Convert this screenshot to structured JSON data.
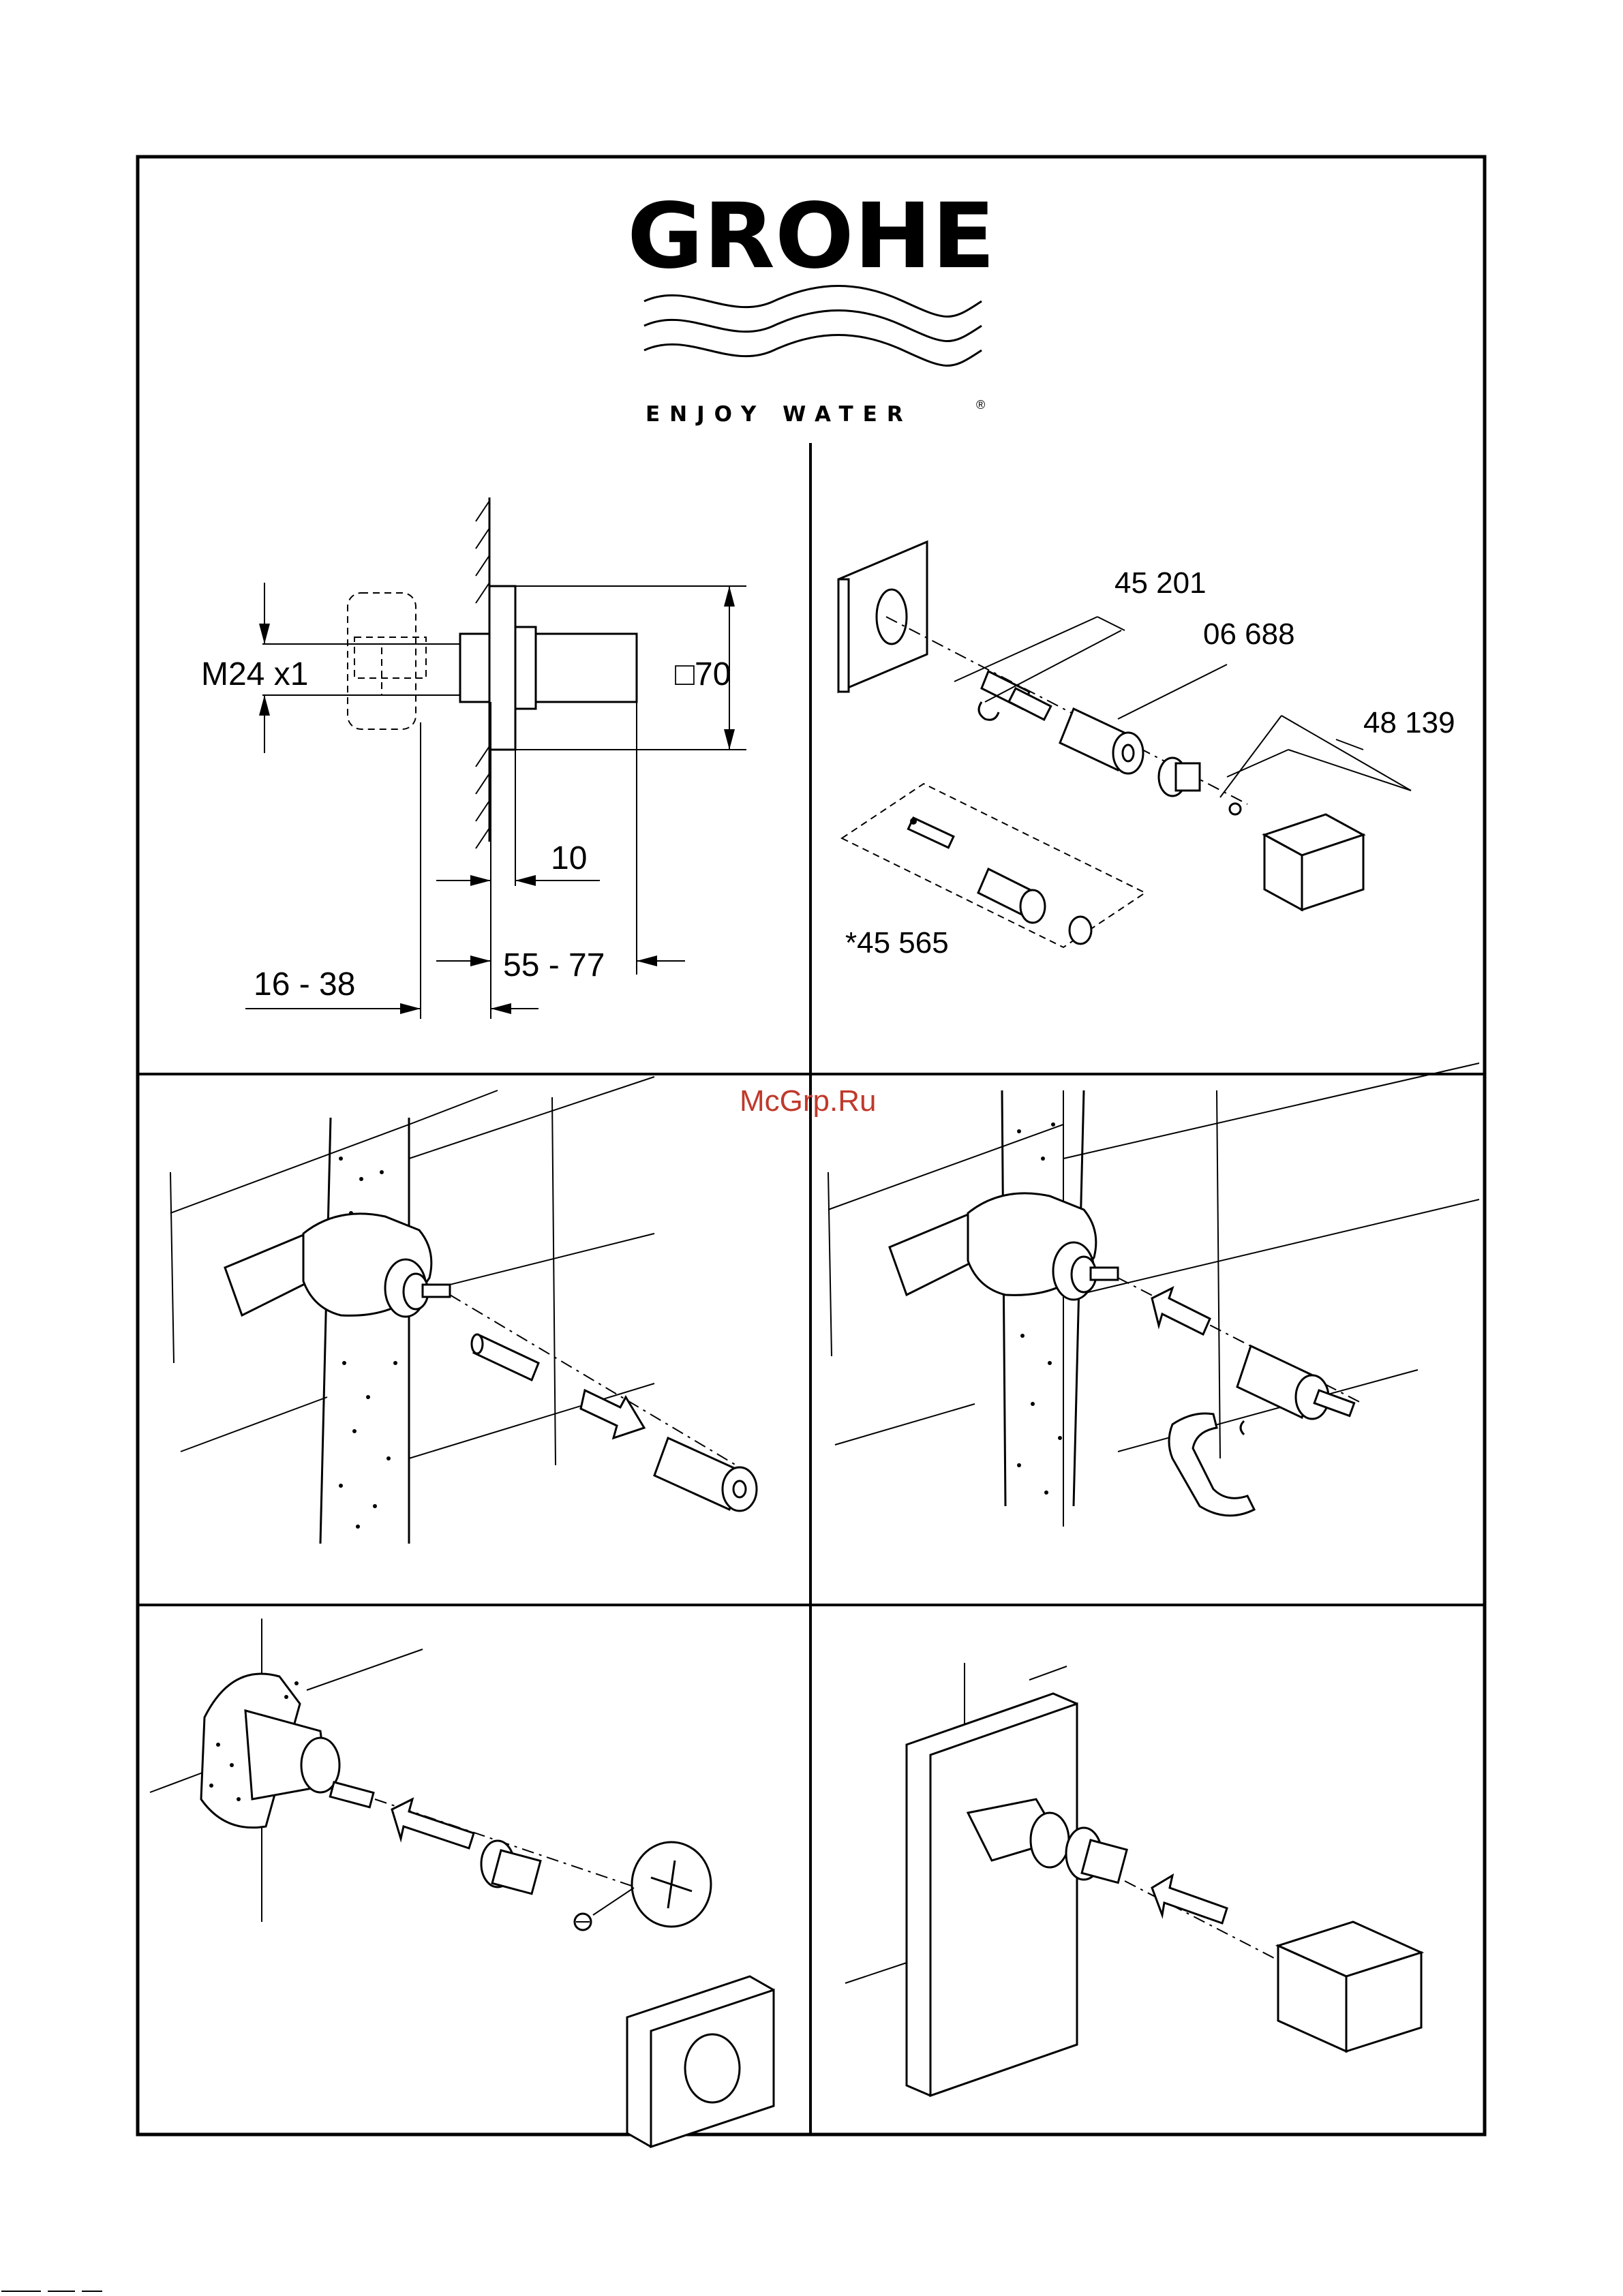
{
  "brand": {
    "name": "GROHE",
    "tagline": "ENJOY WATER",
    "registered": "®"
  },
  "watermark": "McGrp.Ru",
  "dimensions": {
    "thread": "M24 x1",
    "plate_size": "□70",
    "depth_plate": "10",
    "range_outer": "55 - 77",
    "range_inner": "16 - 38"
  },
  "parts": {
    "extension": "45 201",
    "sleeve": "06 688",
    "handle_set": "48 139",
    "extension_kit": "*45 565"
  }
}
